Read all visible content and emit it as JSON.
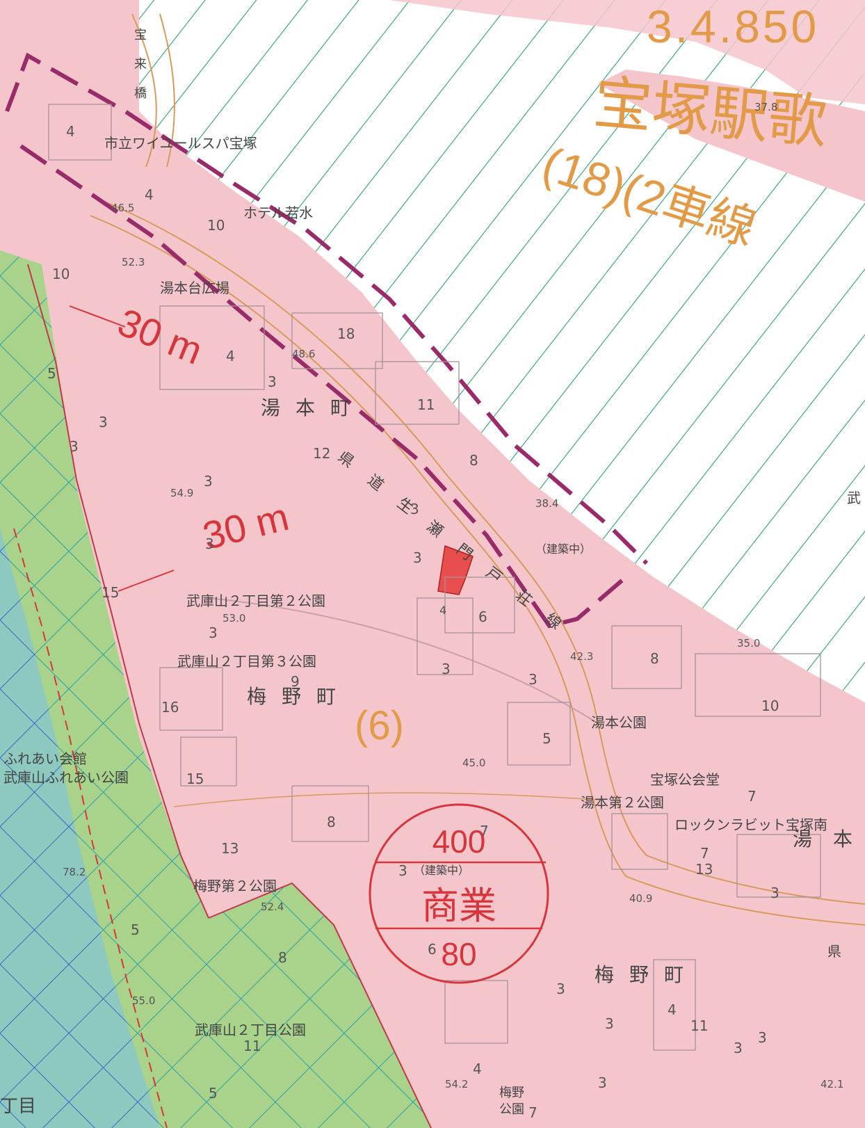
{
  "road_plan": {
    "number": "3.4.850",
    "name": "宝塚駅歌",
    "detail": "(18)(2車線"
  },
  "district_number": "(6)",
  "zoning_stamp": {
    "floor_area_ratio": "400",
    "zone": "商業",
    "building_coverage": "80"
  },
  "height_labels": [
    "30 m",
    "30 m"
  ],
  "town_names": [
    "湯本町",
    "梅野町",
    "梅野町",
    "湯本"
  ],
  "place_labels": {
    "bridge": "宝来橋",
    "youth_hall": "市立ワイユールスパ宝塚",
    "hotel": "ホテル若水",
    "plaza": "湯本台広場",
    "park_2_2": "武庫山２丁目第２公園",
    "park_2_3": "武庫山２丁目第３公園",
    "yumoto_park": "湯本公園",
    "public_hall": "宝塚公会堂",
    "yumoto_park_2": "湯本第２公園",
    "rock_rabbit": "ロックンラビット宝塚南",
    "umeno_park_2": "梅野第２公園",
    "mukoyama_park": "武庫山２丁目公園",
    "umeno_park": "梅野公園",
    "fureai_hall": "ふれあい会館",
    "fureai_park": "武庫山ふれあい公園",
    "under_construction_1": "（建築中）",
    "under_construction_2": "（建築中）",
    "prefecture_road": "県道生瀬門戸荘線",
    "prefecture_road_end": "県",
    "chome": "丁目",
    "right_edge": "武"
  },
  "elevations": [
    "46.5",
    "52.3",
    "48.6",
    "54.9",
    "53.0",
    "38.4",
    "35.0",
    "42.3",
    "45.0",
    "40.9",
    "52.4",
    "78.2",
    "55.0",
    "54.2",
    "42.1",
    "37.8"
  ],
  "building_floors": [
    "4",
    "4",
    "10",
    "10",
    "18",
    "4",
    "3",
    "5",
    "3",
    "3",
    "11",
    "12",
    "8",
    "3",
    "3",
    "3",
    "3",
    "3",
    "15",
    "4",
    "6",
    "3",
    "9",
    "16",
    "3",
    "8",
    "5",
    "15",
    "10",
    "7",
    "8",
    "7",
    "13",
    "13",
    "3",
    "3",
    "8",
    "6",
    "4",
    "11",
    "3",
    "3",
    "3",
    "4",
    "5",
    "7",
    "5",
    "3",
    "11",
    "3",
    "7"
  ],
  "colors": {
    "commercial": "#f4c6cc",
    "residential_green": "#a9d38a",
    "residential_teal": "#8ec9c0",
    "river_hatch": "#2f9e6a",
    "blue_grid": "#3a69c4",
    "height_boundary": "#9a2b6a",
    "zone_red": "#d8353b",
    "orange": "#e39a47",
    "target_parcel": "#e94e4e"
  }
}
